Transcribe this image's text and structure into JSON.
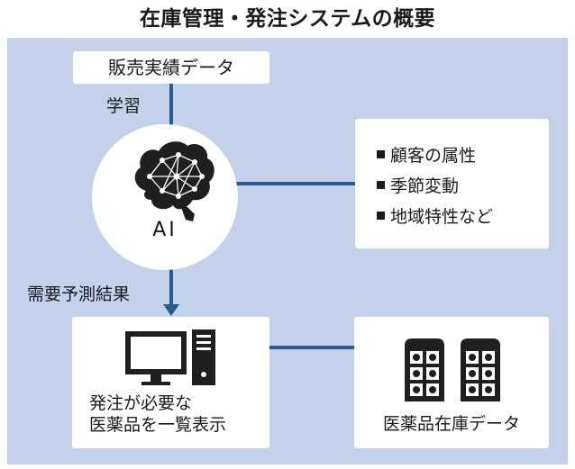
{
  "title": "在庫管理・発注システムの概要",
  "input_box": {
    "label": "販売実績データ"
  },
  "arrow_learning": {
    "label": "学習"
  },
  "ai_node": {
    "label": "AI",
    "icon": "brain-network-icon"
  },
  "factors_box": {
    "items": [
      "顧客の属性",
      "季節変動",
      "地域特性など"
    ]
  },
  "arrow_forecast": {
    "label": "需要予測結果"
  },
  "order_box": {
    "line1": "発注が必要な",
    "line2": "医薬品を一覧表示",
    "icon": "desktop-computer-icon"
  },
  "inventory_box": {
    "label": "医薬品在庫データ",
    "icon": "server-database-icon"
  },
  "colors": {
    "panel_bg": "#c3d2ea",
    "arrow": "#2c5a8e",
    "text": "#1a1a1a"
  }
}
